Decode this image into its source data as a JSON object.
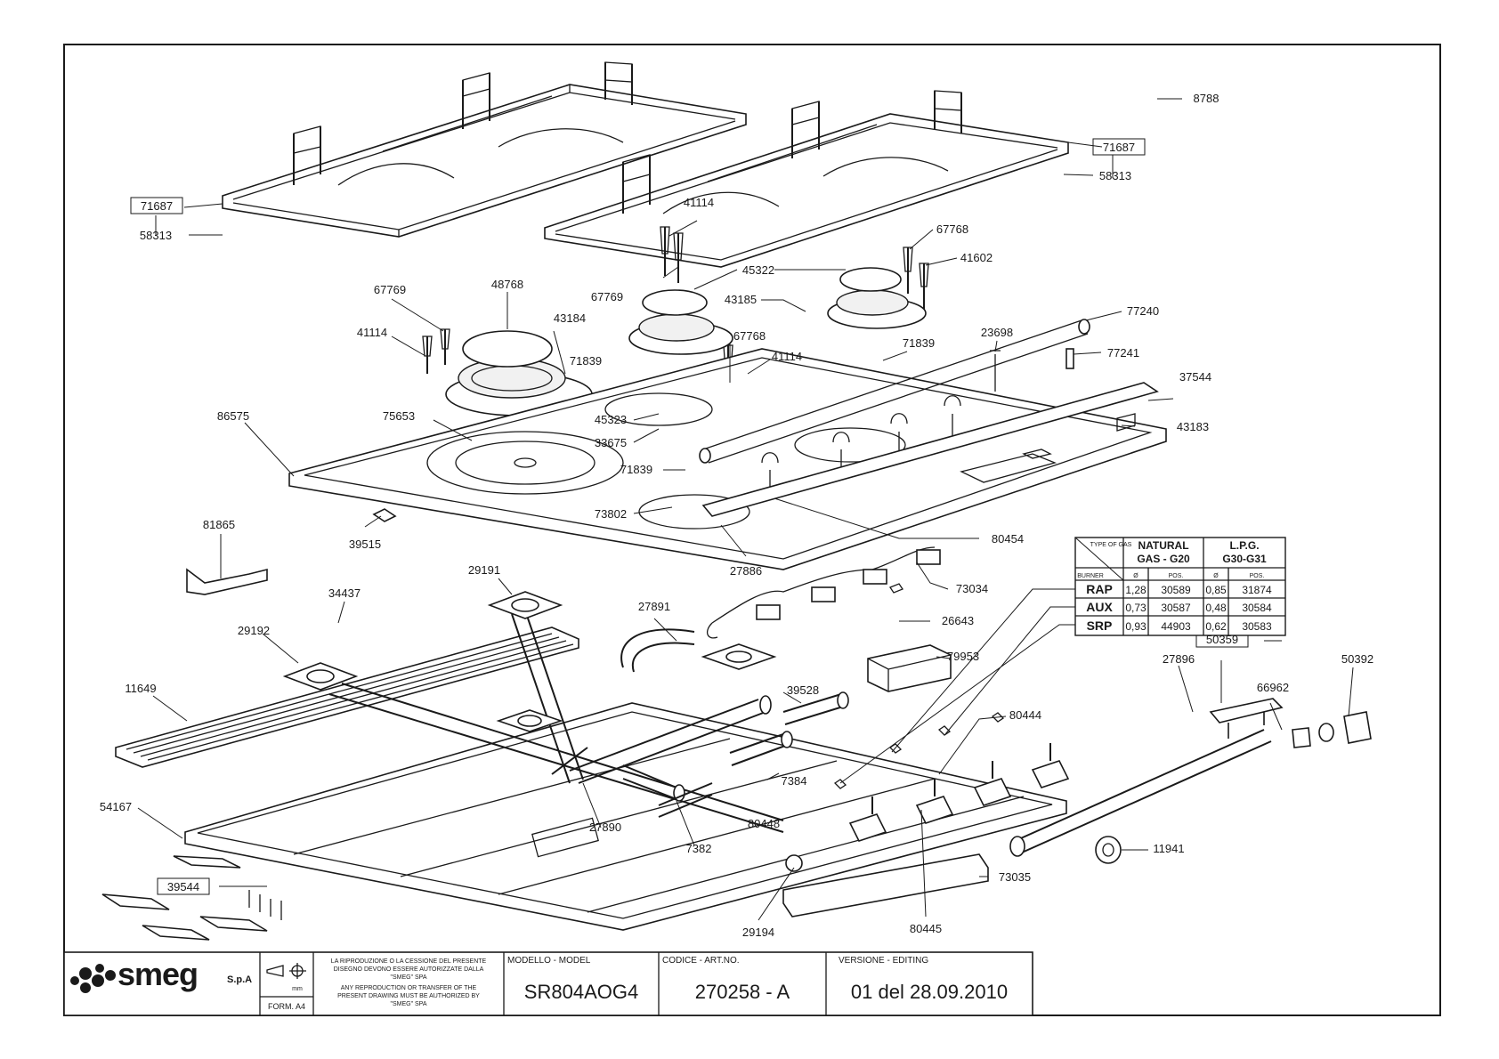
{
  "labels": [
    {
      "id": "l1",
      "text": "71687",
      "boxed": true
    },
    {
      "id": "l2",
      "text": "58313",
      "boxed": false
    },
    {
      "id": "l3",
      "text": "71687",
      "boxed": true
    },
    {
      "id": "l4",
      "text": "58313",
      "boxed": false
    },
    {
      "id": "l5",
      "text": "8788",
      "boxed": false
    },
    {
      "id": "l6",
      "text": "41114",
      "boxed": false
    },
    {
      "id": "l7",
      "text": "67768",
      "boxed": false
    },
    {
      "id": "l8",
      "text": "41602",
      "boxed": false
    },
    {
      "id": "l9",
      "text": "45322",
      "boxed": false
    },
    {
      "id": "l10",
      "text": "67769",
      "boxed": false
    },
    {
      "id": "l11",
      "text": "48768",
      "boxed": false
    },
    {
      "id": "l12",
      "text": "67769",
      "boxed": false
    },
    {
      "id": "l13",
      "text": "43185",
      "boxed": false
    },
    {
      "id": "l14",
      "text": "43184",
      "boxed": false
    },
    {
      "id": "l15",
      "text": "41114",
      "boxed": false
    },
    {
      "id": "l16",
      "text": "77240",
      "boxed": false
    },
    {
      "id": "l17",
      "text": "23698",
      "boxed": false
    },
    {
      "id": "l18",
      "text": "67768",
      "boxed": false
    },
    {
      "id": "l19",
      "text": "71839",
      "boxed": false
    },
    {
      "id": "l20",
      "text": "77241",
      "boxed": false
    },
    {
      "id": "l21",
      "text": "71839",
      "boxed": false
    },
    {
      "id": "l22",
      "text": "41114",
      "boxed": false
    },
    {
      "id": "l23",
      "text": "37544",
      "boxed": false
    },
    {
      "id": "l24",
      "text": "86575",
      "boxed": false
    },
    {
      "id": "l25",
      "text": "75653",
      "boxed": false
    },
    {
      "id": "l26",
      "text": "45323",
      "boxed": false
    },
    {
      "id": "l27",
      "text": "43183",
      "boxed": false
    },
    {
      "id": "l28",
      "text": "33675",
      "boxed": false
    },
    {
      "id": "l29",
      "text": "71839",
      "boxed": false
    },
    {
      "id": "l30",
      "text": "73802",
      "boxed": false
    },
    {
      "id": "l31",
      "text": "80454",
      "boxed": false
    },
    {
      "id": "l32",
      "text": "81865",
      "boxed": false
    },
    {
      "id": "l33",
      "text": "39515",
      "boxed": false
    },
    {
      "id": "l34",
      "text": "27886",
      "boxed": false
    },
    {
      "id": "l35",
      "text": "73034",
      "boxed": false
    },
    {
      "id": "l36",
      "text": "29191",
      "boxed": false
    },
    {
      "id": "l37",
      "text": "34437",
      "boxed": false
    },
    {
      "id": "l38",
      "text": "27891",
      "boxed": false
    },
    {
      "id": "l39",
      "text": "26643",
      "boxed": false
    },
    {
      "id": "l40",
      "text": "29192",
      "boxed": false
    },
    {
      "id": "l41",
      "text": "79953",
      "boxed": false
    },
    {
      "id": "l42",
      "text": "50359",
      "boxed": true
    },
    {
      "id": "l43",
      "text": "27896",
      "boxed": false
    },
    {
      "id": "l44",
      "text": "50392",
      "boxed": false
    },
    {
      "id": "l45",
      "text": "11649",
      "boxed": false
    },
    {
      "id": "l46",
      "text": "39528",
      "boxed": false
    },
    {
      "id": "l47",
      "text": "66962",
      "boxed": false
    },
    {
      "id": "l48",
      "text": "80444",
      "boxed": false
    },
    {
      "id": "l49",
      "text": "7384",
      "boxed": false
    },
    {
      "id": "l50",
      "text": "54167",
      "boxed": false
    },
    {
      "id": "l51",
      "text": "80448",
      "boxed": false
    },
    {
      "id": "l52",
      "text": "27890",
      "boxed": false
    },
    {
      "id": "l53",
      "text": "7382",
      "boxed": false
    },
    {
      "id": "l54",
      "text": "11941",
      "boxed": false
    },
    {
      "id": "l55",
      "text": "39544",
      "boxed": true
    },
    {
      "id": "l56",
      "text": "73035",
      "boxed": false
    },
    {
      "id": "l57",
      "text": "29194",
      "boxed": false
    },
    {
      "id": "l58",
      "text": "80445",
      "boxed": false
    }
  ],
  "gas_table": {
    "corner_top": "TYPE OF GAS",
    "corner_bottom": "BURNER",
    "col_natural": [
      "NATURAL",
      "GAS - G20"
    ],
    "col_lpg": [
      "L.P.G.",
      "G30-G31"
    ],
    "subheaders": [
      "Ø",
      "POS.",
      "Ø",
      "POS."
    ],
    "rows": [
      {
        "burner": "RAP",
        "nat_d": "1,28",
        "nat_pos": "30589",
        "lpg_d": "0,85",
        "lpg_pos": "31874"
      },
      {
        "burner": "AUX",
        "nat_d": "0,73",
        "nat_pos": "30587",
        "lpg_d": "0,48",
        "lpg_pos": "30584"
      },
      {
        "burner": "SRP",
        "nat_d": "0,93",
        "nat_pos": "44903",
        "lpg_d": "0,62",
        "lpg_pos": "30583"
      }
    ]
  },
  "title_block": {
    "brand": "smeg",
    "company": "S.p.A",
    "unit_mark": "mm",
    "format": "FORM. A4",
    "notice": [
      "LA RIPRODUZIONE O LA CESSIONE DEL PRESENTE",
      "DISEGNO DEVONO ESSERE AUTORIZZATE DALLA",
      "\"SMEG\" SPA",
      "ANY REPRODUCTION OR TRANSFER OF THE",
      "PRESENT DRAWING MUST BE AUTHORIZED BY",
      "\"SMEG\" SPA"
    ],
    "model_caption": "MODELLO - MODEL",
    "model_value": "SR804AOG4",
    "code_caption": "CODICE - ART.NO.",
    "code_value": "270258 - A",
    "version_caption": "VERSIONE - EDITING",
    "version_value": "01 del 28.09.2010"
  }
}
